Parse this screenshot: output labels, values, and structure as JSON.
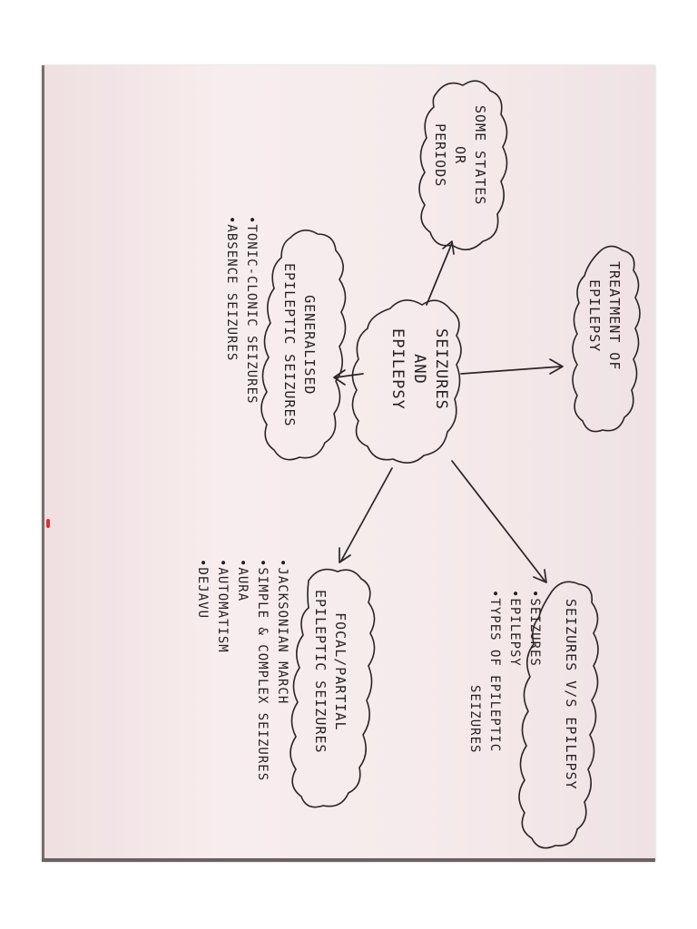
{
  "center": {
    "lines": [
      "SEIZURES",
      "AND",
      "EPILEPSY"
    ]
  },
  "some_states": {
    "lines": [
      "SOME STATES",
      "OR",
      "PERIODS"
    ]
  },
  "treatment": {
    "lines": [
      "TREATMENT OF",
      "EPILEPSY"
    ]
  },
  "generalised": {
    "title": [
      "GENERALISED",
      "EPILEPTIC SEIZURES"
    ],
    "bullets": [
      "•TONIC-CLONIC SEIZURES",
      "•ABSENCE SEIZURES"
    ]
  },
  "focal": {
    "title": [
      "FOCAL/PARTIAL",
      "EPILEPTIC SEIZURES"
    ],
    "bullets": [
      "•JACKSONIAN MARCH",
      "•SIMPLE & COMPLEX SEIZURES",
      "•AURA",
      "•AUTOMATISM",
      "•DEJAVU"
    ]
  },
  "vs": {
    "title": "SEIZURES V/S EPILEPSY",
    "bullets": [
      "•SEIZURES",
      "•EPILEPSY",
      "•TYPES OF EPILEPTIC",
      "SEIZURES"
    ]
  },
  "colors": {
    "paper": "#f6ebec",
    "ink": "#2a2426"
  }
}
